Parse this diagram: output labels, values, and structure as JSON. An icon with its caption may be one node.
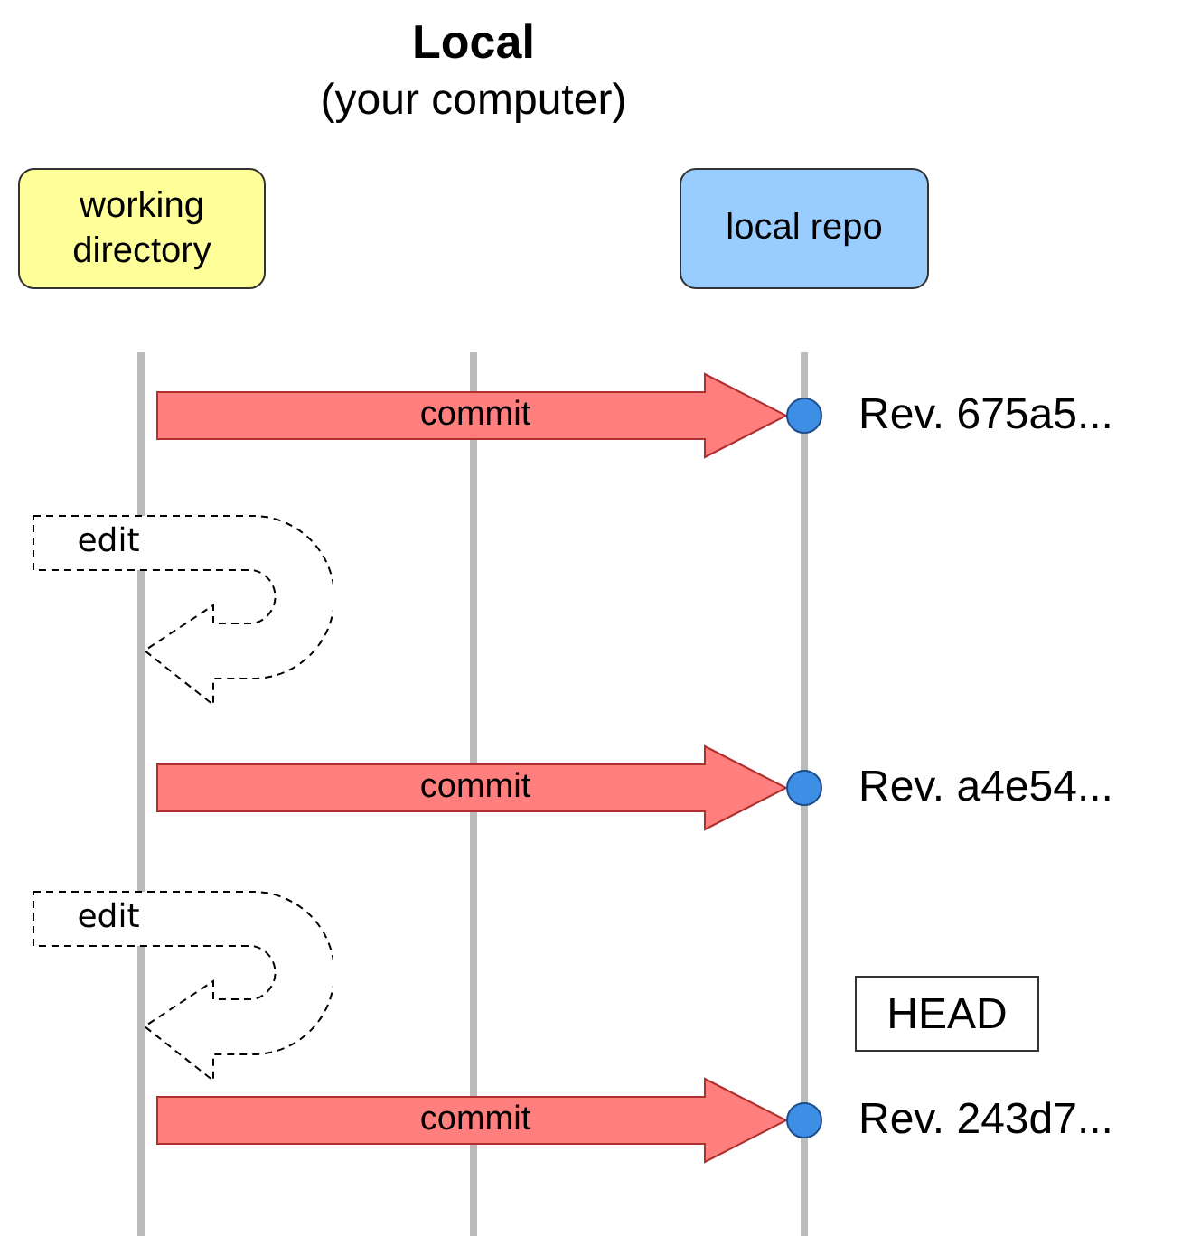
{
  "diagram": {
    "title": "Local",
    "nodes": [
      {
        "text": [
          "working directory"
        ]
      },
      {
        "text": [
          "local repo"
        ]
      },
      {
        "text": [],
        "shape": "circle",
        "beside": [
          "Rev. 675a5..."
        ]
      },
      {
        "text": [
          "edit"
        ]
      },
      {
        "text": [],
        "shape": "circle",
        "beside": [
          "Rev. a4e54..."
        ]
      },
      {
        "text": [
          "edit"
        ]
      },
      {
        "text": [
          "HEAD"
        ]
      },
      {
        "text": [],
        "shape": "circle",
        "beside": [
          "Rev. 243d7..."
        ]
      }
    ],
    "edges": [
      {
        "from": null,
        "to": 2,
        "arrow": "to",
        "label": "commit"
      },
      {
        "from": null,
        "to": 4,
        "arrow": "to",
        "label": "commit"
      },
      {
        "from": null,
        "to": 7,
        "arrow": "to",
        "label": "commit"
      }
    ],
    "labels": [
      "(your computer)"
    ]
  }
}
